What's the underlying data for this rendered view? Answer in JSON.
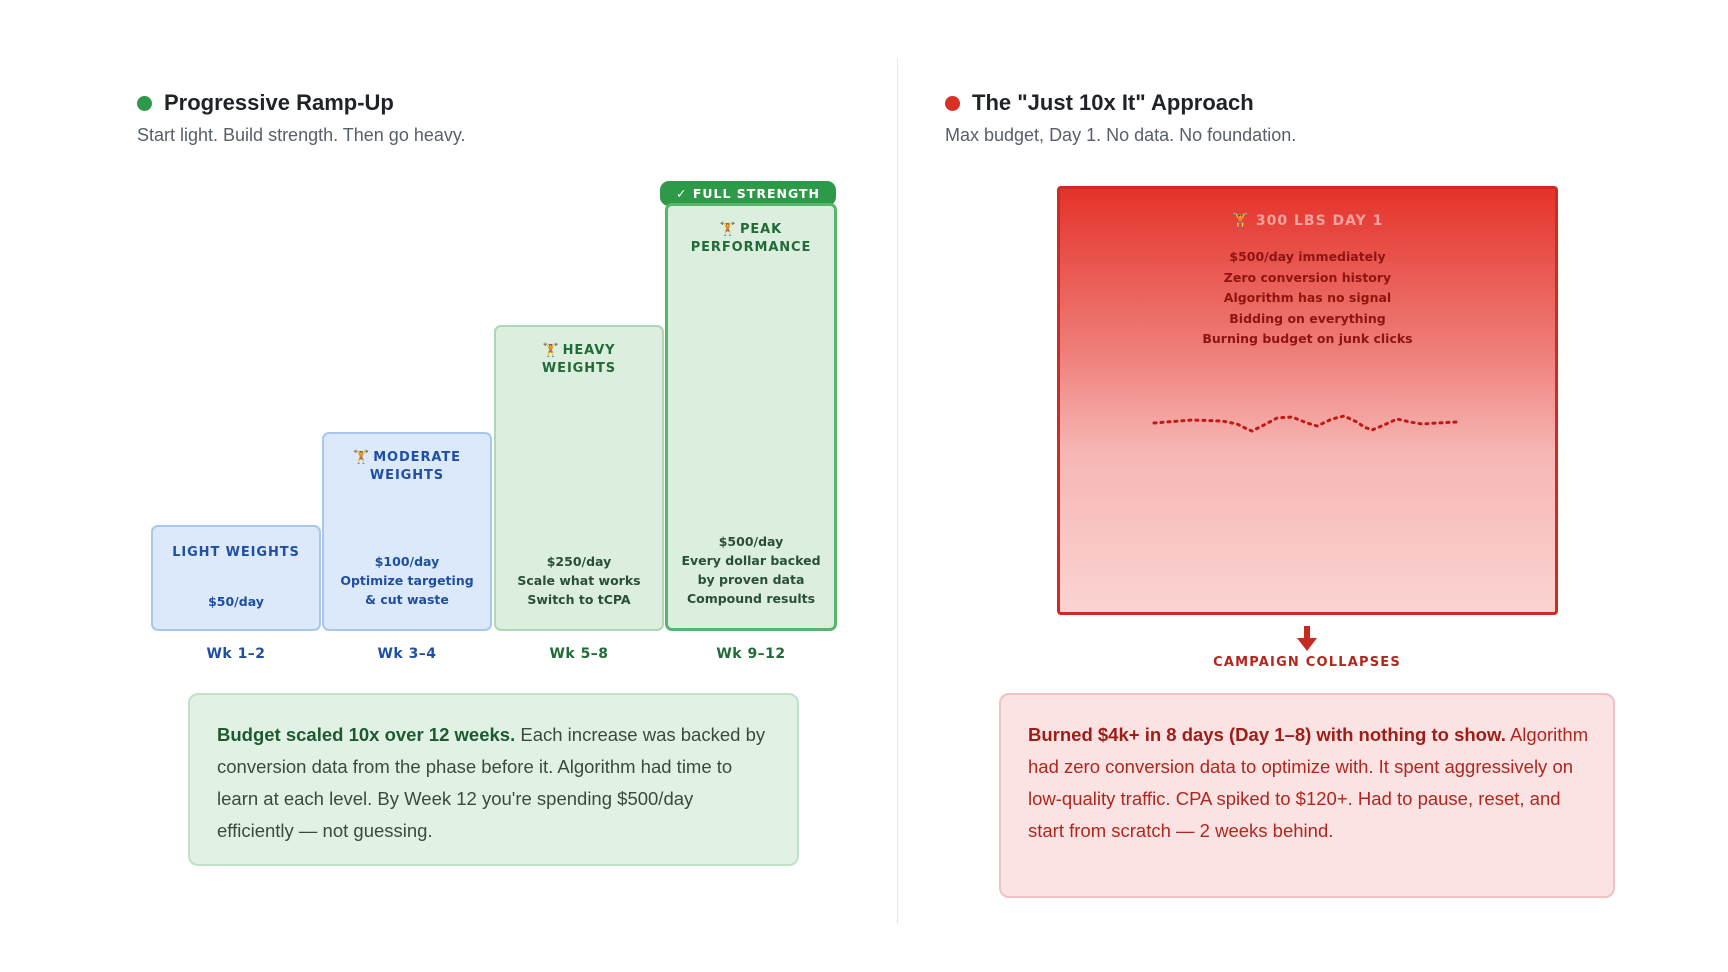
{
  "left_panel": {
    "title": "Progressive Ramp-Up",
    "subtitle": "Start light. Build strength. Then go heavy.",
    "dot_color": "#2e9a49",
    "badge": "✓ FULL STRENGTH",
    "steps": [
      {
        "icon": "",
        "title": "LIGHT WEIGHTS",
        "lines": [
          "$50/day"
        ],
        "week": "Wk 1–2",
        "color": "blue"
      },
      {
        "icon": "weight-lifter-icon",
        "title_line1": "MODERATE",
        "title_line2": "WEIGHTS",
        "lines": [
          "$100/day",
          "Optimize targeting",
          "& cut waste"
        ],
        "week": "Wk 3–4",
        "color": "blue"
      },
      {
        "icon": "weight-lifter-icon",
        "title_line1": "HEAVY",
        "title_line2": "WEIGHTS",
        "lines": [
          "$250/day",
          "Scale what works",
          "Switch to tCPA"
        ],
        "week": "Wk 5–8",
        "color": "green"
      },
      {
        "icon": "weight-lifter-icon",
        "title_line1": "PEAK",
        "title_line2": "PERFORMANCE",
        "lines": [
          "$500/day",
          "Every dollar backed",
          "by proven data",
          "Compound results"
        ],
        "week": "Wk 9–12",
        "color": "green"
      }
    ],
    "note_bold": "Budget scaled 10x over 12 weeks.",
    "note_rest": " Each increase was backed by conversion data from the phase before it. Algorithm had time to learn at each level. By Week 12 you're spending $500/day efficiently — not guessing."
  },
  "right_panel": {
    "title": "The \"Just 10x It\" Approach",
    "subtitle": "Max budget, Day 1. No data. No foundation.",
    "dot_color": "#d93025",
    "box_title": "300 LBS DAY 1",
    "box_icon": "weight-lifter-icon",
    "box_lines": [
      "$500/day immediately",
      "Zero conversion history",
      "Algorithm has no signal",
      "Bidding on everything",
      "Burning budget on junk clicks"
    ],
    "collapse_label": "CAMPAIGN COLLAPSES",
    "note_bold": "Burned $4k+ in 8 days (Day 1–8) with nothing to show.",
    "note_rest": " Algorithm had zero conversion data to optimize with. It spent aggressively on low-quality traffic. CPA spiked to $120+. Had to pause, reset, and start from scratch — 2 weeks behind."
  }
}
